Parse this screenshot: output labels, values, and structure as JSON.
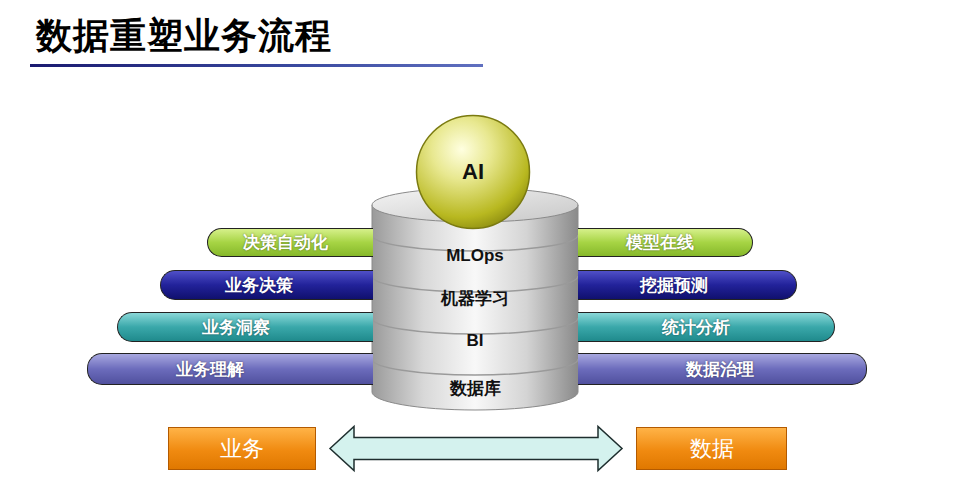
{
  "diagram": {
    "title": "数据重塑业务流程",
    "nodes": [
      {
        "text": [
          "AI"
        ]
      },
      {
        "text": [
          "决策自动化"
        ]
      },
      {
        "text": [
          "MLOps"
        ]
      },
      {
        "text": [
          "模型在线"
        ]
      },
      {
        "text": [
          "业务决策"
        ]
      },
      {
        "text": [
          "机器学习"
        ]
      },
      {
        "text": [
          "挖掘预测"
        ]
      },
      {
        "text": [
          "业务洞察"
        ]
      },
      {
        "text": [
          "BI"
        ]
      },
      {
        "text": [
          "统计分析"
        ]
      },
      {
        "text": [
          "业务理解"
        ]
      },
      {
        "text": [
          "数据库"
        ]
      },
      {
        "text": [
          "数据治理"
        ]
      },
      {
        "text": [
          "业务"
        ]
      },
      {
        "text": [
          "数据"
        ]
      }
    ],
    "edges": [
      {
        "from": 13,
        "to": 14,
        "arrow": "both"
      }
    ]
  }
}
